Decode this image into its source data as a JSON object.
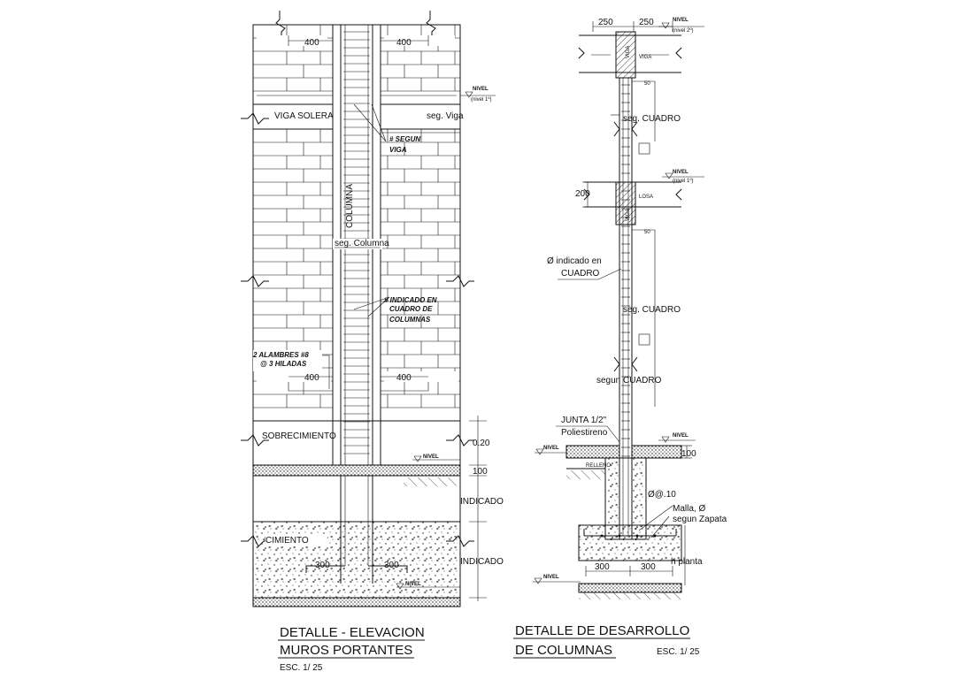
{
  "left_detail": {
    "dim_top_left": "400",
    "dim_top_right": "400",
    "nivel_top_tag": "NIVEL",
    "nivel_top": "(nivel 1º)",
    "viga_solera": "VIGA SOLERA",
    "seg_viga": "seg. Viga",
    "segun_viga_line1": "# SEGUN",
    "segun_viga_line2": "VIGA",
    "columna": "COLUMNA",
    "seg_columna": "seg. Columna",
    "indicado_cuadro_line1": "# INDICADO EN",
    "indicado_cuadro_line2": "CUADRO DE",
    "indicado_cuadro_line3": "COLUMNAS",
    "alambres_line1": "2 ALAMBRES #8",
    "alambres_line2": "@ 3 HILADAS",
    "dim_bottom_left": "400",
    "dim_bottom_right": "400",
    "sobrecimiento": "SOBRECIMIENTO",
    "dim_020": "0.20",
    "nivel_floor_tag": "NIVEL",
    "dim_100": "100",
    "indicado_1": "INDICADO",
    "cimiento": "CIMIENTO",
    "dim_300_left": "300",
    "dim_300_right": "300",
    "indicado_2": "INDICADO",
    "nivel_bottom_tag": "NIVEL"
  },
  "right_detail": {
    "dim_250_left": "250",
    "dim_250_right": "250",
    "nivel_2_tag": "NIVEL",
    "nivel_2": "(nivel 2º)",
    "viga_vertical": "VIGA",
    "viga": "VIGA",
    "dim_50_top": "50",
    "seg_cuadro_1": "seg. CUADRO",
    "nivel_1_tag": "NIVEL",
    "nivel_1": "(nivel 1º)",
    "dim_200": "200",
    "losa": "LOSA",
    "losa_vertical": "VIGA",
    "dim_50_mid": "50",
    "o_indicado_line1": "Ø indicado en",
    "o_indicado_line2": "CUADRO",
    "seg_cuadro_2": "seg. CUADRO",
    "segun_cuadro": "segun CUADRO",
    "junta_line1": "JUNTA 1/2\"",
    "junta_line2": "Poliestireno",
    "nivel_left_tag": "NIVEL",
    "nivel_right_tag": "NIVEL",
    "dim_100": "100",
    "relleno": "RELLENO",
    "dim_010": "Ø@.10",
    "malla_line1": "Malla, Ø",
    "malla_line2": "segun Zapata",
    "dim_300_left": "300",
    "dim_300_right": "300",
    "h_planta": "h planta",
    "nivel_bottom_tag": "NIVEL"
  },
  "titles": {
    "left_line1": "DETALLE - ELEVACION",
    "left_line2": "MUROS PORTANTES",
    "left_scale": "ESC. 1/ 25",
    "right_line1": "DETALLE DE DESARROLLO",
    "right_line2": "DE COLUMNAS",
    "right_scale": "ESC. 1/ 25"
  }
}
